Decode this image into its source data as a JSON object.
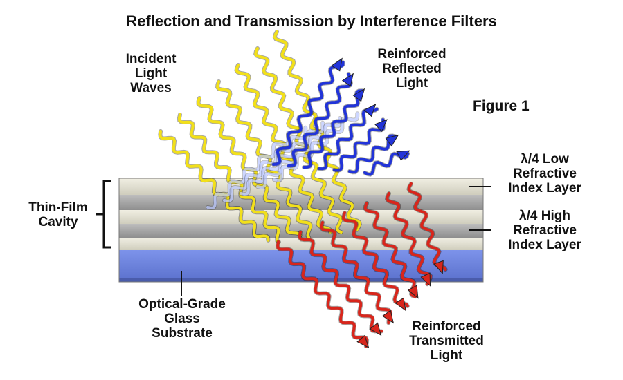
{
  "title": "Reflection and Transmission by Interference Filters",
  "figure_label": "Figure 1",
  "labels": {
    "incident": [
      "Incident",
      "Light",
      "Waves"
    ],
    "reflected": [
      "Reinforced",
      "Reflected",
      "Light"
    ],
    "low_layer": [
      "λ/4 Low",
      "Refractive",
      "Index Layer"
    ],
    "high_layer": [
      "λ/4 High",
      "Refractive",
      "Index Layer"
    ],
    "cavity": [
      "Thin-Film",
      "Cavity"
    ],
    "substrate": [
      "Optical-Grade",
      "Glass",
      "Substrate"
    ],
    "transmitted": [
      "Reinforced",
      "Transmitted",
      "Light"
    ]
  },
  "colors": {
    "incident": "#f2e01a",
    "reflected": "#2234d8",
    "transmitted": "#d8261c",
    "substrate": "#6f86e0",
    "low_layer": "#e4e2d4",
    "high_layer": "#a6a6a6"
  },
  "wave_counts": {
    "incident": 7,
    "reflected": 7,
    "transmitted": 7
  }
}
